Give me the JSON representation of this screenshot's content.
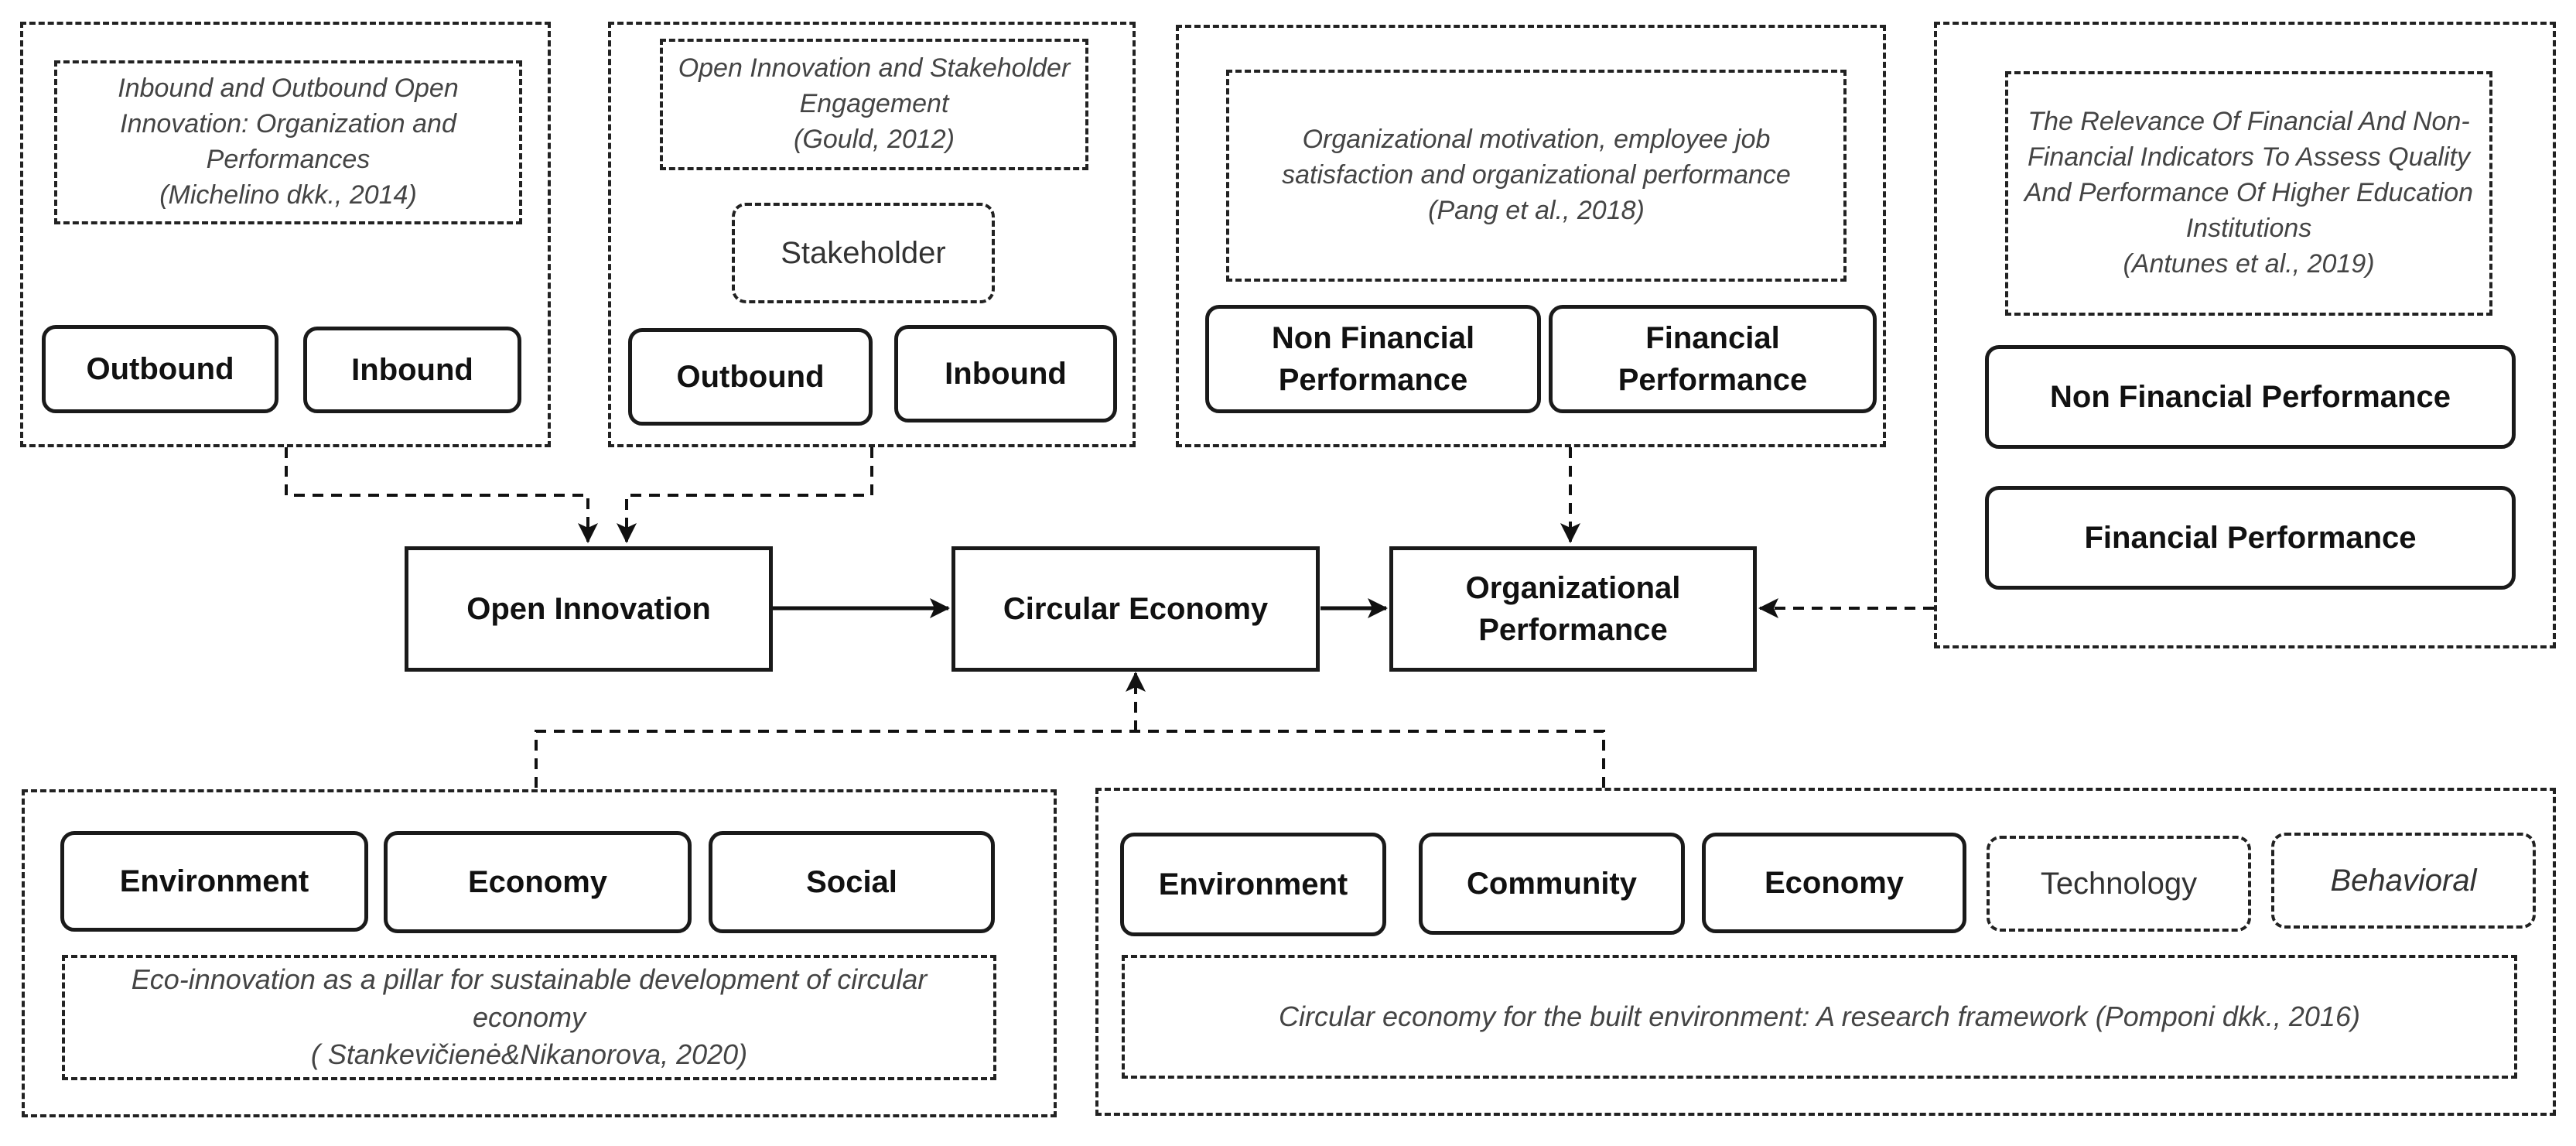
{
  "top_groups": [
    {
      "reference": {
        "title": "Inbound and Outbound Open Innovation: Organization and Performances",
        "citation": "(Michelino dkk., 2014)"
      },
      "items": [
        "Outbound",
        "Inbound"
      ]
    },
    {
      "reference": {
        "title": "Open Innovation and Stakeholder Engagement",
        "citation": "(Gould, 2012)"
      },
      "extra": "Stakeholder",
      "items": [
        "Outbound",
        "Inbound"
      ]
    },
    {
      "reference": {
        "title": "Organizational motivation, employee job satisfaction and organizational performance",
        "citation": "(Pang et al., 2018)"
      },
      "items": [
        "Non Financial Performance",
        "Financial Performance"
      ]
    },
    {
      "reference": {
        "title": "The Relevance Of Financial And Non-Financial Indicators To Assess Quality And Performance Of Higher Education Institutions",
        "citation": "(Antunes et al., 2019)"
      },
      "items": [
        "Non Financial Performance",
        "Financial Performance"
      ]
    }
  ],
  "main_nodes": {
    "open_innovation": "Open Innovation",
    "circular_economy": "Circular Economy",
    "organizational_performance": "Organizational Performance"
  },
  "bottom_groups": [
    {
      "items": [
        "Environment",
        "Economy",
        "Social"
      ],
      "reference": {
        "title": "Eco-innovation as a pillar for sustainable development of circular economy",
        "citation": "( Stankevičienė&Nikanorova, 2020)"
      }
    },
    {
      "items": [
        "Environment",
        "Community",
        "Economy"
      ],
      "dashed_items": [
        "Technology",
        "Behavioral"
      ],
      "reference": {
        "title": "Circular economy for the built environment: A research framework",
        "citation": "(Pomponi dkk., 2016)"
      }
    }
  ]
}
